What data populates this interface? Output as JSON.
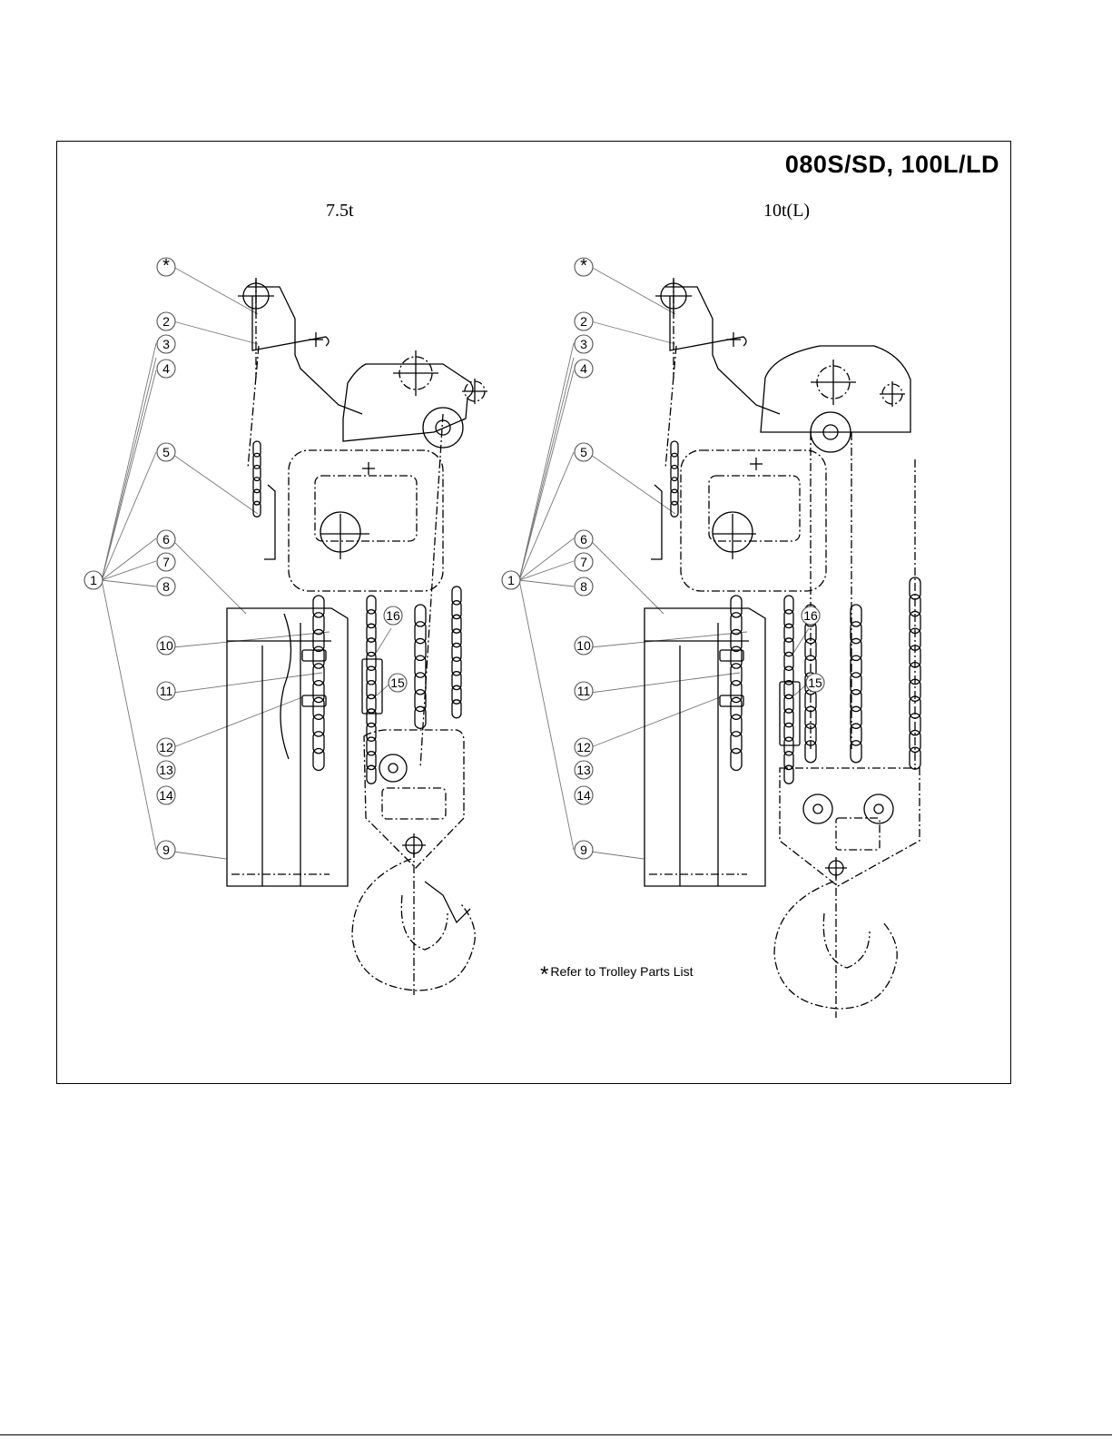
{
  "title": "080S/SD, 100L/LD",
  "models": [
    {
      "label": "7.5t"
    },
    {
      "label": "10t(L)"
    }
  ],
  "callouts": [
    "*",
    "2",
    "3",
    "4",
    "5",
    "1",
    "6",
    "7",
    "8",
    "10",
    "11",
    "12",
    "13",
    "14",
    "9",
    "16",
    "15"
  ],
  "note": {
    "symbol": "*",
    "text": "Refer to Trolley Parts List"
  }
}
